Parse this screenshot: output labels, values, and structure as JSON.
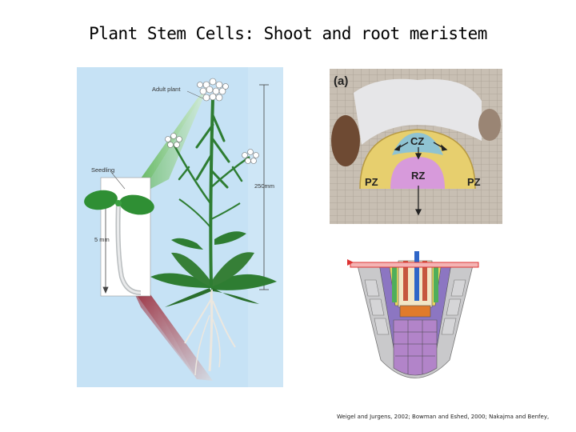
{
  "title": "Plant Stem Cells: Shoot and root meristem",
  "plant": {
    "adult_label": "Adult plant",
    "seedling_label": "Seedling",
    "scale_large": "250mm",
    "scale_small": "5 mm"
  },
  "shoot_meristem": {
    "panel_label": "(a)",
    "cz": "CZ",
    "rz": "RZ",
    "pz_left": "PZ",
    "pz_right": "PZ"
  },
  "credit": "Weigel and Jurgens, 2002; Bowman and Eshed, 2000; Nakajma and Benfey,",
  "colors": {
    "panel_bg": "#c6e2f5",
    "cz": "#8fc3d2",
    "pz": "#e7cf6e",
    "rz": "#d79adb",
    "stem": "#2e7d32"
  }
}
